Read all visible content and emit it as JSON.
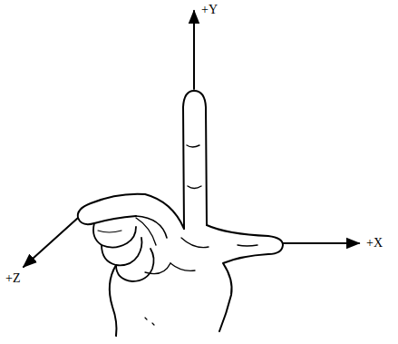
{
  "diagram": {
    "labels": [
      "+Y",
      "+Z",
      "+X"
    ]
  }
}
